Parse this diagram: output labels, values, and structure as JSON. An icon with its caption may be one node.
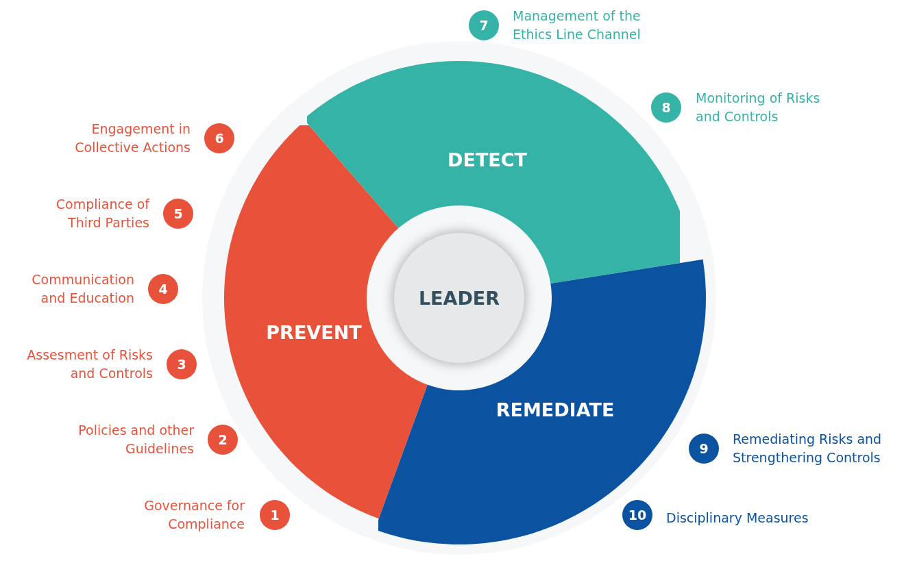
{
  "diagram": {
    "nodes": [
      {
        "text": [
          "PREVENT"
        ]
      },
      {
        "text": [
          "DETECT"
        ]
      },
      {
        "text": [
          "REMEDIATE"
        ]
      },
      {
        "text": [
          "LEADER"
        ]
      },
      {
        "text": [
          "1"
        ]
      },
      {
        "text": [
          "2"
        ],
        "beside": [
          "Policies and other Guidelines"
        ]
      },
      {
        "text": [
          "3"
        ],
        "beside": [
          "Assesment of Risks and Controls"
        ]
      },
      {
        "text": [
          "4"
        ],
        "beside": [
          "Communication and Education"
        ]
      },
      {
        "text": [
          "5"
        ],
        "beside": [
          "Compliance of Third Parties"
        ]
      },
      {
        "text": [
          "6"
        ],
        "beside": [
          "Engagement in Collective Actions"
        ]
      },
      {
        "text": [
          "7"
        ],
        "beside": [
          "Management of the Ethics Line Channel"
        ]
      },
      {
        "text": [
          "8"
        ]
      },
      {
        "text": [
          "9"
        ],
        "beside": [
          "Remediating Risks and Strengthering Controls"
        ]
      },
      {
        "text": [
          "10"
        ]
      }
    ],
    "labels": [
      "Monitoring of Risks and Controls",
      "Governance for Compliance",
      "Disciplinary Measures"
    ]
  }
}
